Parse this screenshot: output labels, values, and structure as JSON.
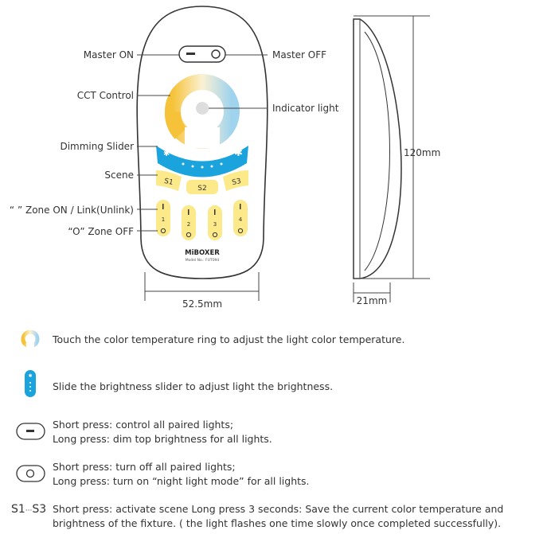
{
  "callouts": {
    "master_on": "Master ON",
    "cct_control": "CCT Control",
    "dimming_slider": "Dimming Slider",
    "scene": "Scene",
    "zone_on": "“ ” Zone ON / Link(Unlink)",
    "zone_off": "“O” Zone OFF",
    "master_off": "Master OFF",
    "indicator_light": "Indicator light"
  },
  "remote": {
    "scene_buttons": [
      "S1",
      "S2",
      "S3"
    ],
    "zone_numbers": [
      "1",
      "2",
      "3",
      "4"
    ],
    "brand": "MiBOXER",
    "model": "Model No.: FUT094"
  },
  "dimensions": {
    "width": "52.5mm",
    "height": "120mm",
    "depth": "21mm"
  },
  "legend": [
    {
      "icon": "color-temperature-ring-icon",
      "text": "Touch the color temperature ring to adjust the light color temperature."
    },
    {
      "icon": "brightness-slider-icon",
      "text": "Slide the brightness slider to adjust light the brightness."
    },
    {
      "icon": "master-on-button-icon",
      "line1": "Short press: control all paired lights;",
      "line2": "Long press: dim top brightness for all lights."
    },
    {
      "icon": "master-off-button-icon",
      "line1": "Short press: turn off all paired lights;",
      "line2": "Long press: turn on “night light mode” for all lights."
    },
    {
      "label_s1": "S1",
      "label_sep": "···",
      "label_s3": "S3",
      "line1": "Short press: activate scene  Long press 3 seconds: Save the current color temperature and",
      "line2": "brightness of the fixture. ( the light flashes one time slowly once completed successfully)."
    }
  ],
  "colors": {
    "warm": "#f5c23a",
    "cool": "#cfe9f7",
    "slider_blue": "#1aa3dc",
    "button_yellow": "#fbe98a",
    "outline": "#333333"
  }
}
